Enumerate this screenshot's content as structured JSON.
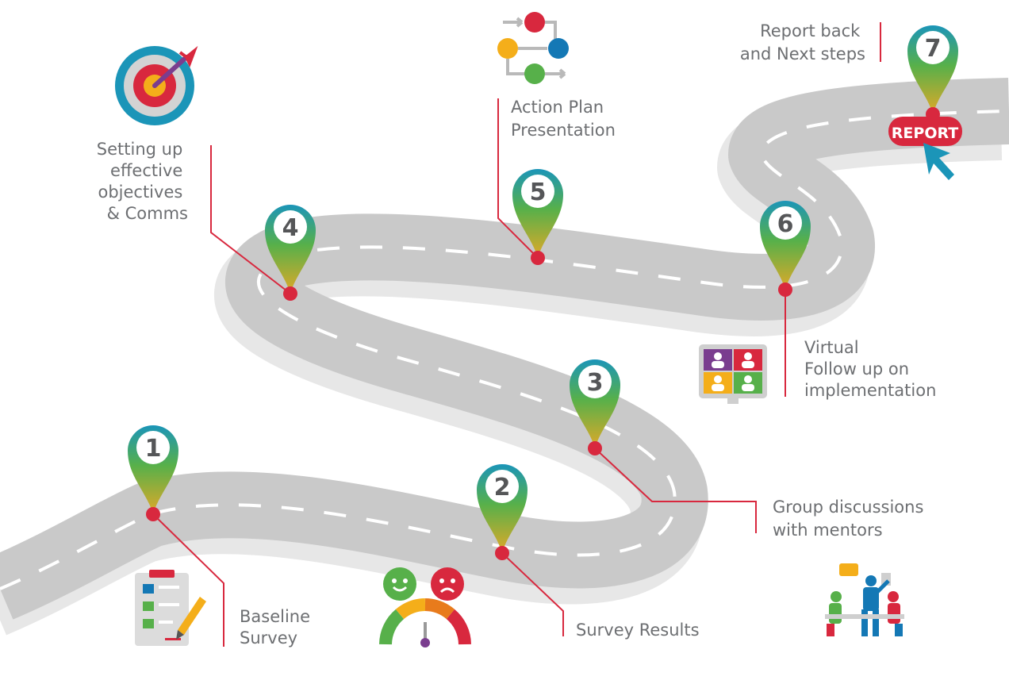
{
  "milestones": [
    {
      "number": "1",
      "lines": [
        "Baseline",
        "Survey"
      ]
    },
    {
      "number": "2",
      "lines": [
        "Survey Results"
      ]
    },
    {
      "number": "3",
      "lines": [
        "Group discussions",
        "with mentors"
      ]
    },
    {
      "number": "4",
      "lines": [
        "Setting up",
        "effective",
        "objectives",
        "& Comms"
      ]
    },
    {
      "number": "5",
      "lines": [
        "Action Plan",
        "Presentation"
      ]
    },
    {
      "number": "6",
      "lines": [
        "Virtual",
        "Follow up on",
        "implementation"
      ]
    },
    {
      "number": "7",
      "lines": [
        "Report back",
        "and Next steps"
      ]
    }
  ],
  "report_badge": "REPORT",
  "colors": {
    "road": "#c9c9c9",
    "road_shadow": "#e7e7e7",
    "dash": "#ffffff",
    "pin_top": "#1b95b8",
    "pin_mid": "#57b04a",
    "pin_bottom": "#e1a928",
    "marker": "#d8283e",
    "leader": "#d8283e",
    "label": "#6d6f72"
  },
  "icons": [
    "target-icon",
    "flowchart-icon",
    "video-call-icon",
    "clipboard-checklist-icon",
    "satisfaction-gauge-icon",
    "team-meeting-icon",
    "cursor-arrow-icon"
  ]
}
